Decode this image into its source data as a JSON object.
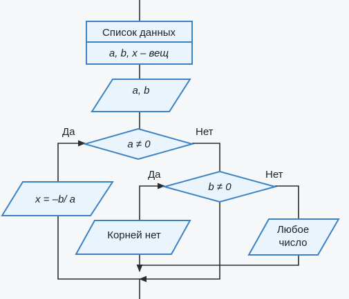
{
  "flowchart": {
    "data_block_title": "Список данных",
    "data_block_vars": "a, b, x – вещ",
    "input_ab": "a, b",
    "cond_a": "a ≠ 0",
    "cond_a_yes": "Да",
    "cond_a_no": "Нет",
    "assign_x": "x = –b/ a",
    "cond_b": "b ≠ 0",
    "cond_b_yes": "Да",
    "cond_b_no": "Нет",
    "no_roots": "Корней нет",
    "any_number_line1": "Любое",
    "any_number_line2": "число"
  },
  "colors": {
    "stroke": "#3a82c4",
    "fill": "#e9f4fc",
    "text": "#1d2022",
    "page": "#f6f7f8"
  }
}
